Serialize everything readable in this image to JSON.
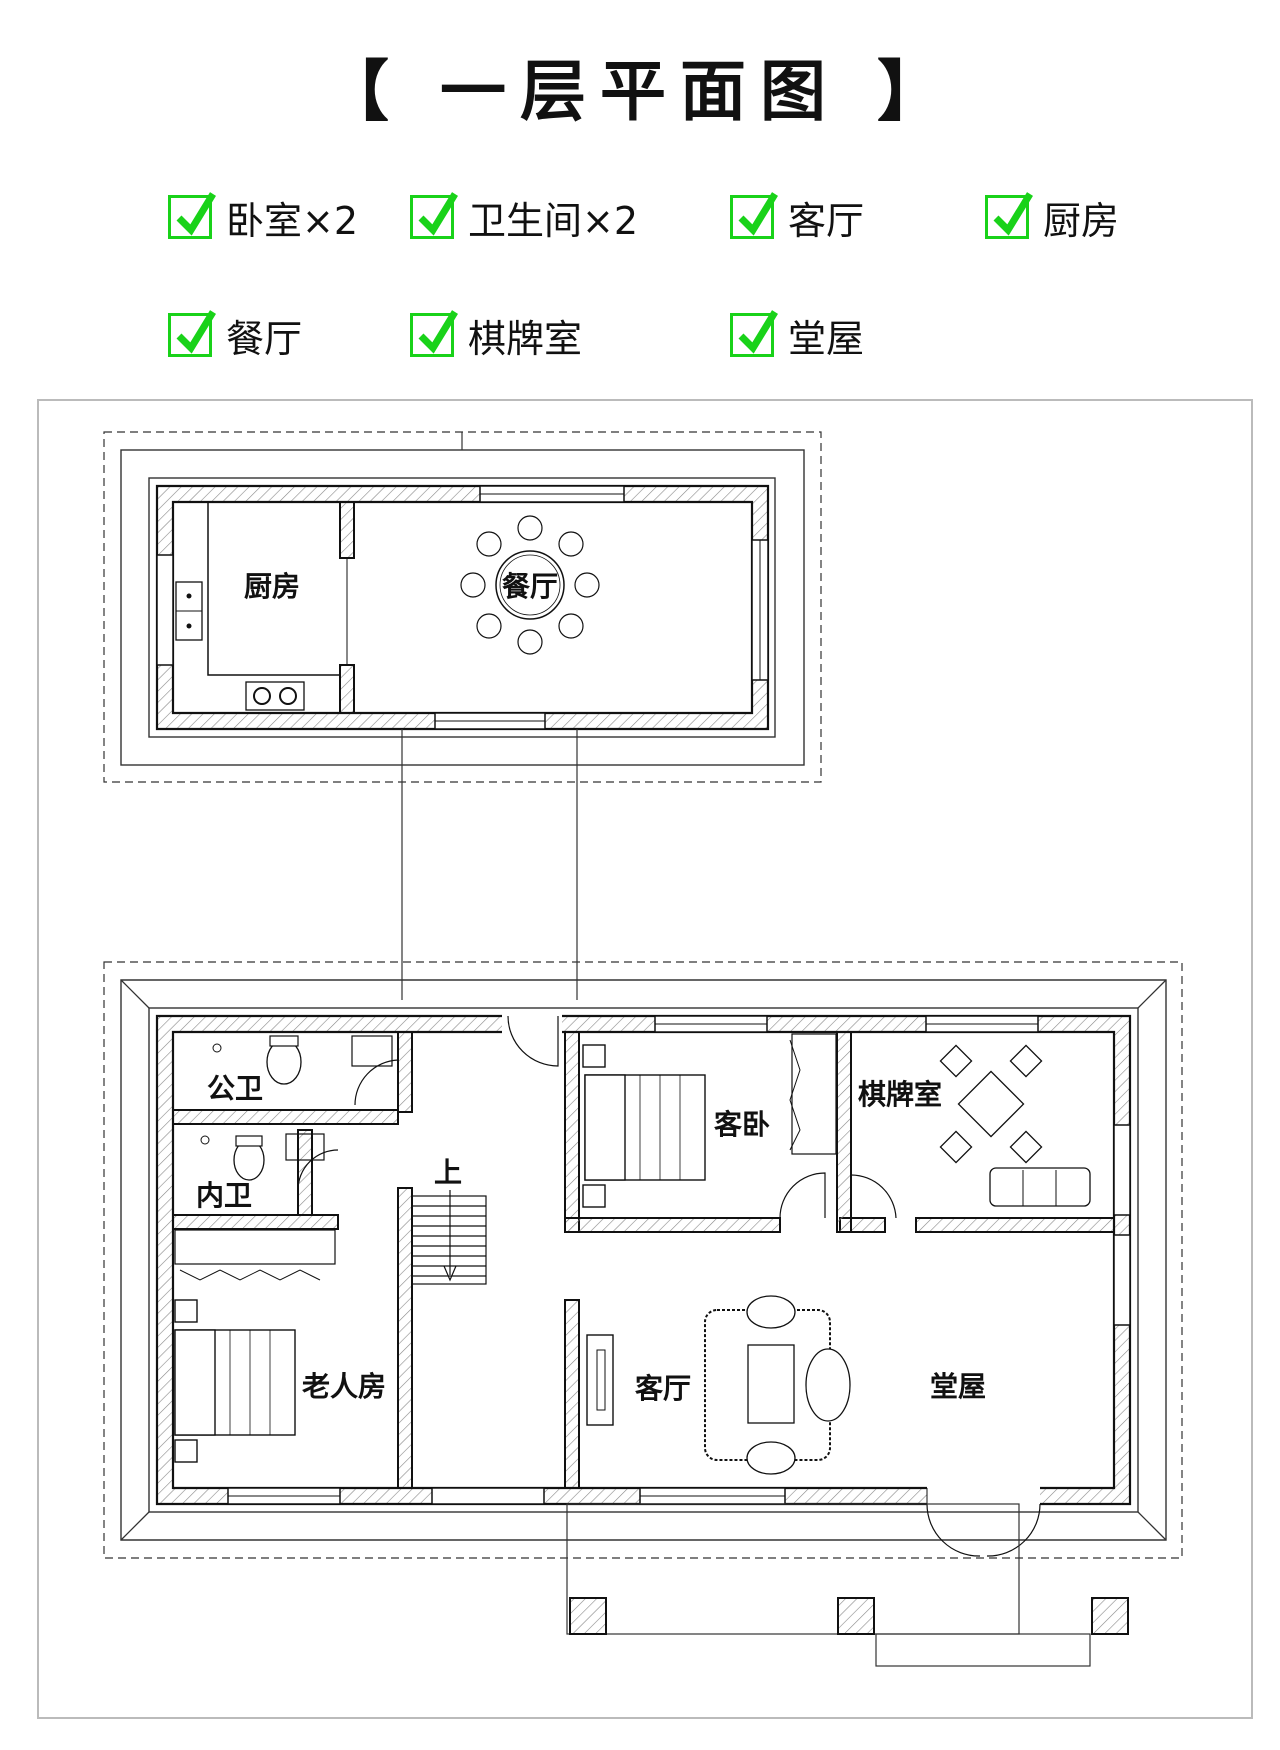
{
  "title": "【 一层平面图 】",
  "features": [
    {
      "label": "卧室×2"
    },
    {
      "label": "卫生间×2"
    },
    {
      "label": "客厅"
    },
    {
      "label": "厨房"
    },
    {
      "label": "餐厅"
    },
    {
      "label": "棋牌室"
    },
    {
      "label": "堂屋"
    }
  ],
  "rooms": {
    "kitchen": "厨房",
    "dining": "餐厅",
    "public_bath": "公卫",
    "ensuite_bath": "内卫",
    "guest_bedroom": "客卧",
    "chess_room": "棋牌室",
    "elder_room": "老人房",
    "living_room": "客厅",
    "main_hall": "堂屋",
    "stairs_up": "上"
  },
  "colors": {
    "check": "#19d219",
    "wall": "#111111",
    "hatch": "#888888"
  }
}
